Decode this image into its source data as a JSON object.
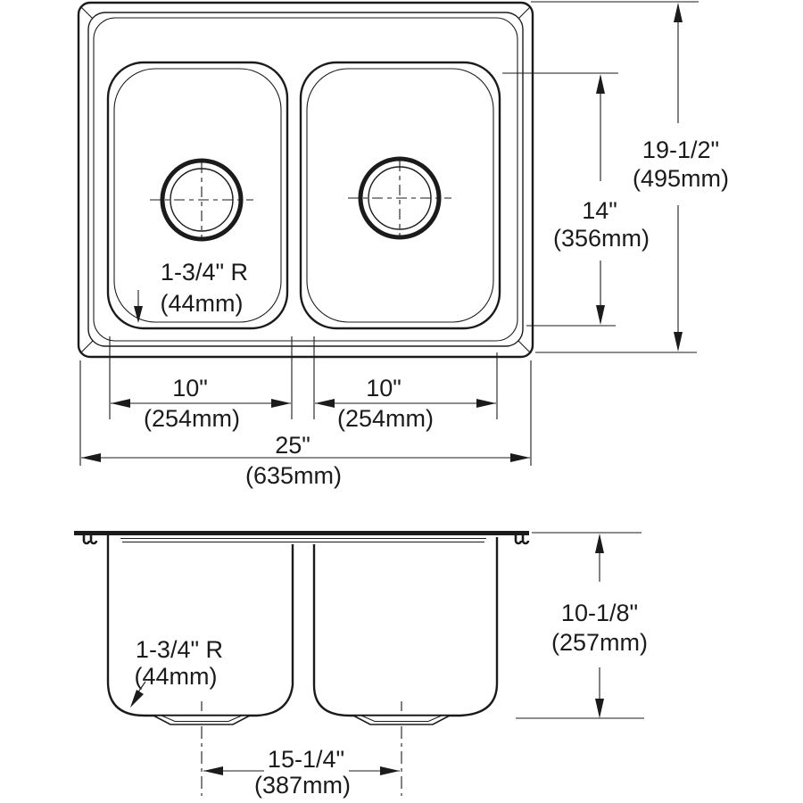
{
  "page": {
    "background": "#ffffff",
    "line_color": "#1b1b1b"
  },
  "top_view": {
    "radius_label": {
      "line1": "1-3/4\" R",
      "line2": "(44mm)"
    },
    "dim_left_bowl_width": {
      "inches": "10\"",
      "metric": "(254mm)"
    },
    "dim_right_bowl_width": {
      "inches": "10\"",
      "metric": "(254mm)"
    },
    "dim_overall_width": {
      "inches": "25\"",
      "metric": "(635mm)"
    },
    "dim_bowl_front_to_back": {
      "inches": "14\"",
      "metric": "(356mm)"
    },
    "dim_overall_front_to_back": {
      "inches": "19-1/2\"",
      "metric": "(495mm)"
    }
  },
  "front_view": {
    "radius_label": {
      "line1": "1-3/4\" R",
      "line2": "(44mm)"
    },
    "dim_bowl_depth": {
      "inches": "10-1/8\"",
      "metric": "(257mm)"
    },
    "dim_drain_centers": {
      "inches": "15-1/4\"",
      "metric": "(387mm)"
    }
  }
}
